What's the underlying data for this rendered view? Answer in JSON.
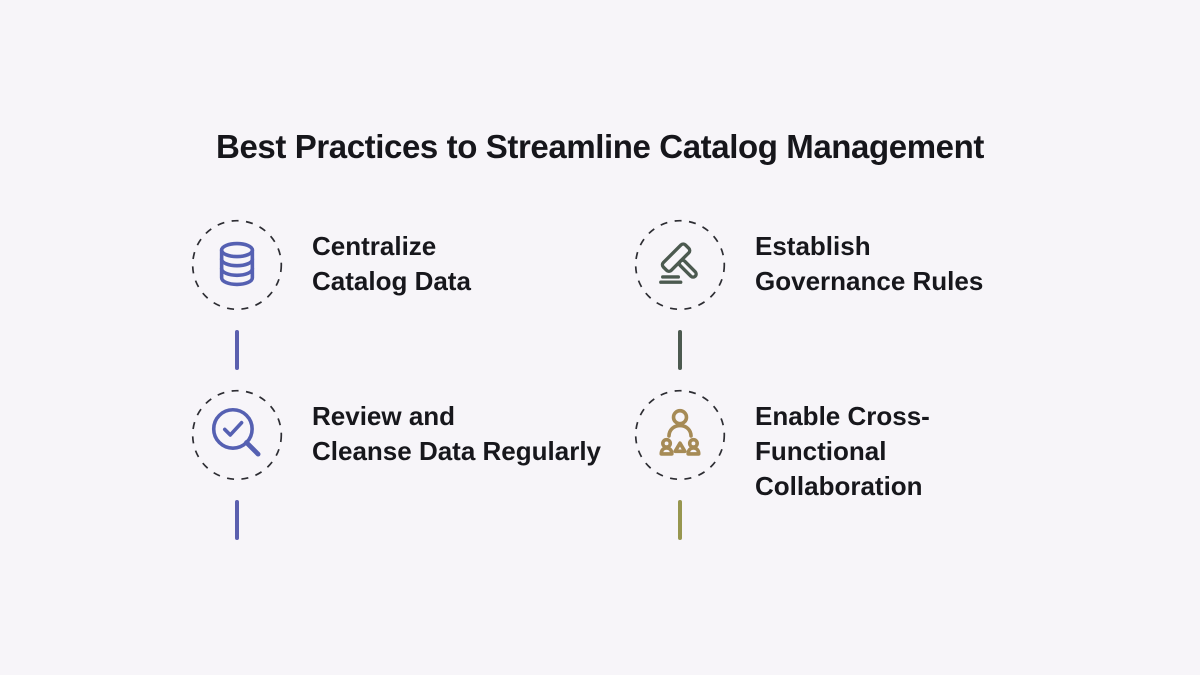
{
  "title": "Best Practices to Streamline Catalog Management",
  "colors": {
    "background": "#f7f5f9",
    "title_text": "#16161b",
    "label_text": "#17171c",
    "dashed_circle": "#2d2d33",
    "indigo": "#5560b2",
    "green": "#4c5a50",
    "tan": "#a68b56",
    "olive": "#97964f"
  },
  "items": [
    {
      "icon": "database-icon",
      "label": "Centralize\nCatalog Data",
      "icon_color": "#5560b2",
      "connector_color": "#5a5fae"
    },
    {
      "icon": "gavel-icon",
      "label": "Establish\nGovernance Rules",
      "icon_color": "#4c5a50",
      "connector_color": "#4c5a50"
    },
    {
      "icon": "magnifier-check-icon",
      "label": "Review and\nCleanse Data Regularly",
      "icon_color": "#5560b2",
      "connector_color": "#5a5fae"
    },
    {
      "icon": "people-collaboration-icon",
      "label": "Enable Cross-\nFunctional\nCollaboration",
      "icon_color": "#a68b56",
      "connector_color": "#97964f"
    }
  ]
}
